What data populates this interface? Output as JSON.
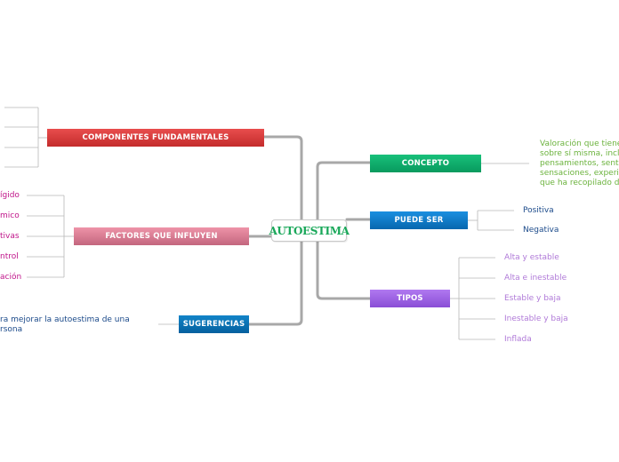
{
  "central": {
    "label": "AUTOESTIMA",
    "color": "#1aa85a"
  },
  "branches": {
    "componentes": {
      "label": "COMPONENTES FUNDAMENTALES",
      "color": "#d63b3b"
    },
    "factores": {
      "label": "FACTORES QUE INFLUYEN",
      "color": "#d47a91",
      "items": [
        "ígido",
        "mico",
        "tivas",
        "ntrol",
        "ación"
      ],
      "item_color": "#c0158a"
    },
    "sugerencias": {
      "label": "SUGERENCIAS",
      "color": "#0870b2",
      "line1": "ra mejorar la autoestima de una",
      "line2": "rsona",
      "item_color": "#1b4a8a"
    },
    "concepto": {
      "label": "CONCEPTO",
      "color": "#10a86a",
      "text": [
        "Valoración que tiene",
        "sobre sí misma, incl",
        "pensamientos, sent",
        "sensaciones, experi",
        "que ha recopilado d"
      ],
      "item_color": "#6cb33e"
    },
    "puede_ser": {
      "label": "PUEDE SER",
      "color": "#0a79c8",
      "items": [
        "Positiva",
        "Negativa"
      ],
      "item_color": "#1b4a8a"
    },
    "tipos": {
      "label": "TIPOS",
      "color": "#9b5ee0",
      "items": [
        "Alta y estable",
        "Alta e inestable",
        "Estable y baja",
        "Inestable y baja",
        "Inflada"
      ],
      "item_color": "#b07ad8"
    }
  }
}
